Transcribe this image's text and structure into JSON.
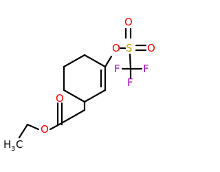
{
  "molecule": {
    "atoms": {
      "o1": "O",
      "s": "S",
      "o2": "O",
      "o3": "O",
      "f1": "F",
      "f2": "F",
      "f3": "F",
      "o4": "O",
      "o5": "O",
      "h": "H",
      "h_count": "3",
      "c": "C"
    },
    "colors": {
      "oxygen": "#ff0000",
      "sulfur": "#c8a000",
      "fluorine": "#a000c8",
      "carbon": "#000000",
      "bond": "#000000"
    }
  }
}
